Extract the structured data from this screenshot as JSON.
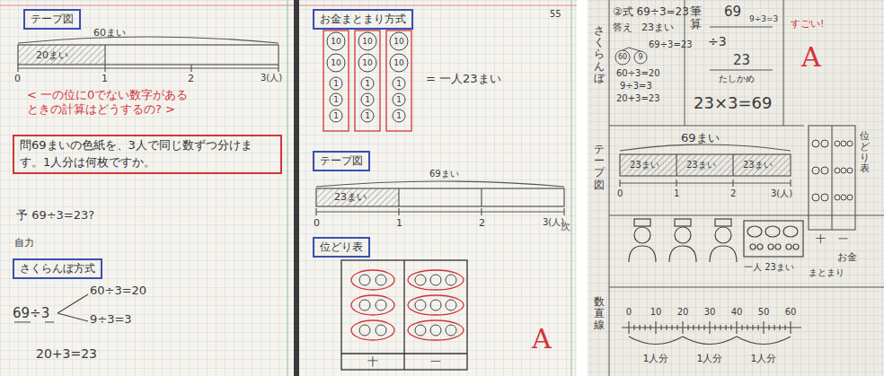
{
  "diagram": {
    "nodes": [
      {
        "text": [
          "テープ図"
        ]
      },
      {
        "text": [
          "問69まいの色紙を、3人で同じ数ずつ分けます。1人分は何枚ですか。"
        ]
      },
      {
        "text": [
          "さくらんぼ方式"
        ]
      },
      {
        "text": [
          "お金まとまり方式"
        ]
      },
      {
        "text": [
          "テープ図"
        ]
      },
      {
        "text": [
          "位どり表"
        ]
      }
    ],
    "labels": [
      "60まい",
      "20まい",
      "0",
      "1",
      "2",
      "3(人)",
      "< 一の位に0でない数字がある ときの計算はどうするの? >",
      "予 69÷3=23?",
      "自力",
      "69÷3",
      "60÷3=20",
      "9÷3=3",
      "20+3=23",
      "55",
      "10",
      "10",
      "1",
      "1",
      "1",
      "10",
      "10",
      "1",
      "1",
      "1",
      "10",
      "10",
      "1",
      "1",
      "1",
      "= 一人23まい",
      "69まい",
      "23まい",
      "0",
      "1",
      "2",
      "3(人)",
      "十",
      "一",
      "A",
      "次",
      "②式 69÷3=23",
      "答え",
      "23まい",
      "69÷3=23",
      "60",
      "9",
      "60÷3=20",
      "9÷3=3",
      "20+3=23",
      "筆算",
      "69",
      "9÷3=3",
      "÷3",
      "23",
      "たしかめ",
      "23×3=69",
      "すごい!",
      "A",
      "さくらんぼ",
      "テープ図",
      "数直線",
      "69まい",
      "23まい",
      "23まい",
      "23まい",
      "0",
      "1",
      "2",
      "3(人)",
      "位どり表",
      "十",
      "一",
      "お金",
      "まとまり",
      "一人 23まい",
      "0",
      "10",
      "20",
      "30",
      "40",
      "50",
      "60",
      "1人分",
      "1人分",
      "1人分"
    ]
  }
}
